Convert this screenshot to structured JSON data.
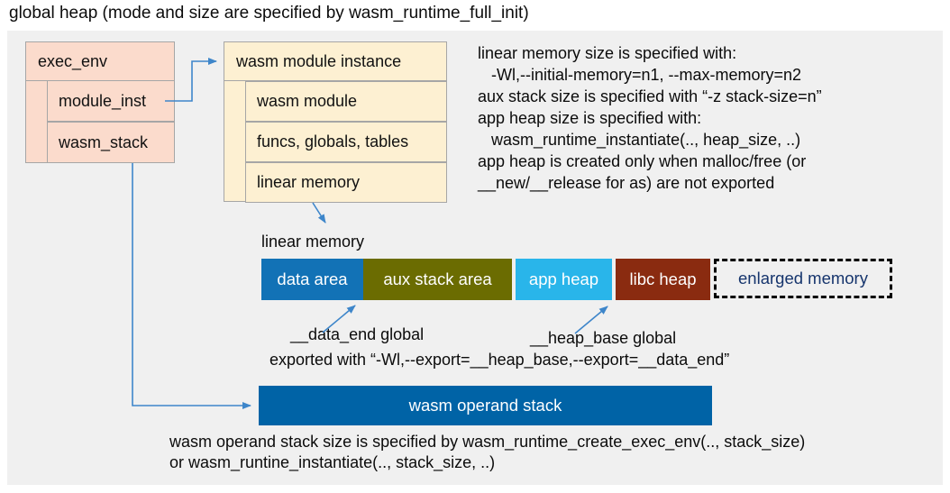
{
  "title": "global heap (mode and size are specified by wasm_runtime_full_init)",
  "exec_env": {
    "header": "exec_env",
    "rows": [
      "module_inst",
      "wasm_stack"
    ]
  },
  "module_instance": {
    "header": "wasm module instance",
    "rows": [
      "wasm module",
      "funcs, globals, tables",
      "linear memory"
    ]
  },
  "notes": {
    "lines": [
      "linear memory size is specified with:",
      "   -Wl,--initial-memory=n1, --max-memory=n2",
      "aux stack size is specified with “-z stack-size=n”",
      "app heap size is specified with:",
      "   wasm_runtime_instantiate(.., heap_size, ..)",
      "app heap is created only when malloc/free (or",
      "__new/__release for as) are not exported"
    ]
  },
  "linear_memory": {
    "label": "linear memory",
    "segments": [
      {
        "label": "data area",
        "color": "#1272b6"
      },
      {
        "label": "aux stack area",
        "color": "#6b6c01"
      },
      {
        "label": "app heap",
        "color": "#29b5ea"
      },
      {
        "label": "libc heap",
        "color": "#8a2b10"
      }
    ],
    "enlarged": {
      "label": "enlarged memory",
      "text_color": "#16356d"
    }
  },
  "globals": {
    "data_end": "__data_end global",
    "heap_base": "__heap_base global",
    "exported": "exported with “-Wl,--export=__heap_base,--export=__data_end”"
  },
  "operand_stack": {
    "label": "wasm operand stack",
    "color": "#0063a6",
    "note_line1": "wasm operand stack size is specified by wasm_runtime_create_exec_env(.., stack_size)",
    "note_line2": "or wasm_runtine_instantiate(.., stack_size, ..)"
  },
  "colors": {
    "panel_bg": "#f0f0f0",
    "exec_env_fill": "#fbdbcc",
    "module_instance_fill": "#fdf0d2",
    "box_border": "#a6a6a6",
    "arrow_blue": "#3e86ca",
    "enlarged_border": "#000000"
  }
}
